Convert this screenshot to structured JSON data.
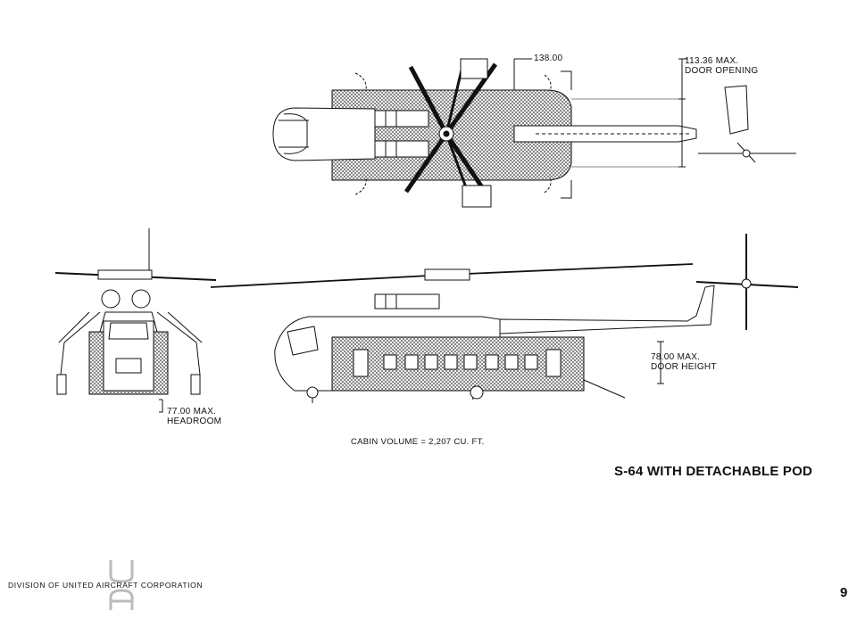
{
  "dimensions": {
    "rotor_span": "138.00",
    "door_opening": "113.36 MAX.\nDOOR OPENING",
    "door_height": "78.00 MAX.\nDOOR HEIGHT",
    "headroom": "77.00 MAX.\nHEADROOM"
  },
  "cabin_volume": "CABIN VOLUME = 2,207 CU. FT.",
  "title": "S-64 WITH DETACHABLE POD",
  "footer": {
    "division": "DIVISION OF UNITED AIRCRAFT CORPORATION",
    "logo": "UA"
  },
  "page_number": "9"
}
